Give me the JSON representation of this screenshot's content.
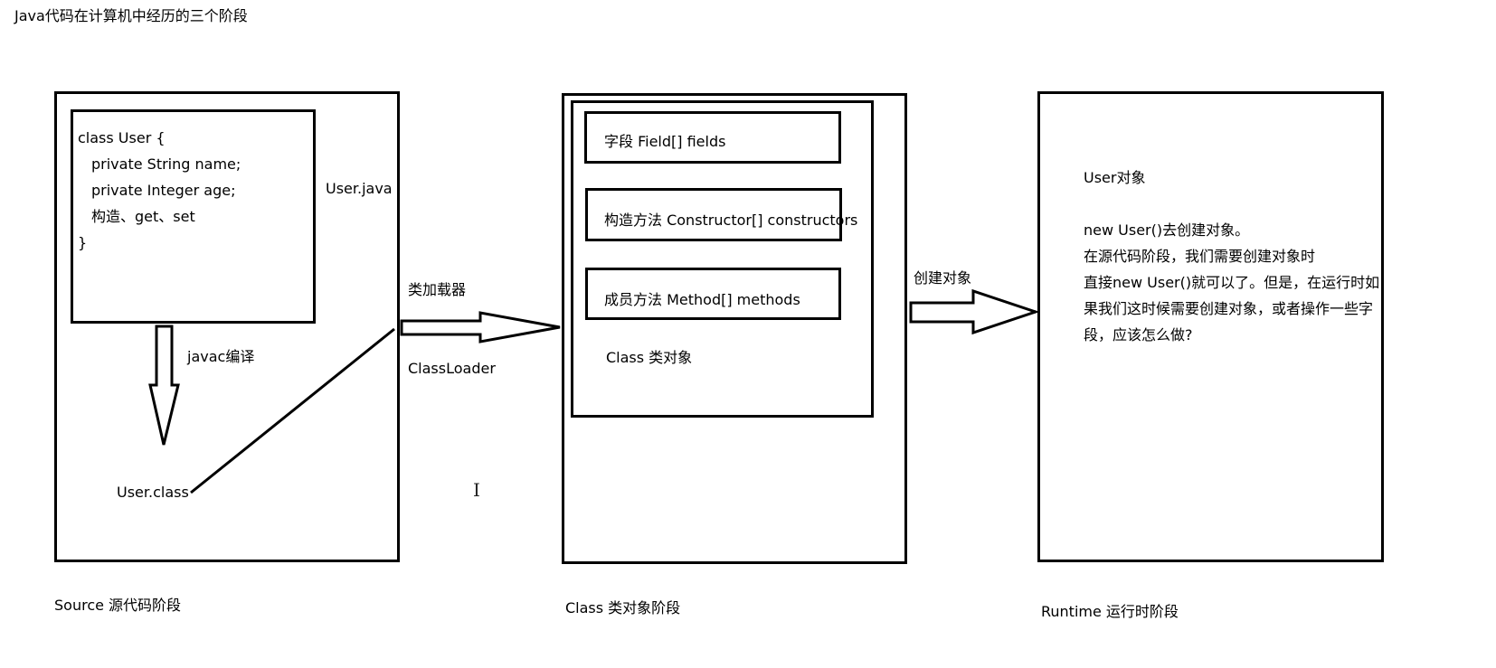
{
  "title": "Java代码在计算机中经历的三个阶段",
  "source_stage": {
    "code_lines": [
      "class User {",
      "private String name;",
      "private Integer age;",
      "构造、get、set",
      "}"
    ],
    "file_label": "User.java",
    "compile_label": "javac编译",
    "class_file_label": "User.class",
    "caption": "Source 源代码阶段"
  },
  "loader": {
    "label_cn": "类加载器",
    "label_en": "ClassLoader"
  },
  "class_stage": {
    "fields_label": "字段 Field[] fields",
    "constructors_label": "构造方法 Constructor[] constructors",
    "methods_label": "成员方法 Method[] methods",
    "class_object_label": "Class 类对象",
    "caption": "Class 类对象阶段"
  },
  "create_arrow_label": "创建对象",
  "runtime_stage": {
    "object_label": "User对象",
    "description_lines": [
      "new User()去创建对象。",
      "在源代码阶段，我们需要创建对象时",
      "直接new User()就可以了。但是，在运行时如",
      "果我们这时候需要创建对象，或者操作一些字",
      "段，应该怎么做?"
    ],
    "caption": "Runtime 运行时阶段"
  },
  "cursor_glyph": "I"
}
